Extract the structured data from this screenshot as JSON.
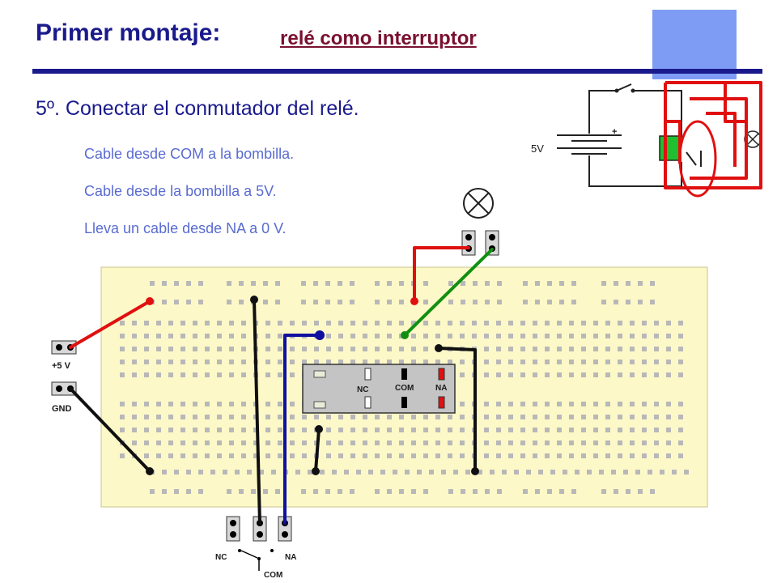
{
  "title": {
    "main": "Primer montaje:",
    "sub": "relé como interruptor"
  },
  "step": "5º. Conectar el conmutador del relé.",
  "instructions": [
    "Cable desde COM a la bombilla.",
    "Cable desde la bombilla a 5V.",
    "Lleva un cable desde NA a 0 V."
  ],
  "schematic": {
    "battery_label": "5V",
    "plus": "+"
  },
  "breadboard": {
    "power_labels": {
      "plus": "+5 V",
      "gnd": "GND"
    },
    "relay_labels": {
      "nc": "NC",
      "com": "COM",
      "na": "NA"
    },
    "switch_labels": {
      "nc": "NC",
      "na": "NA",
      "com": "COM"
    }
  },
  "colors": {
    "title": "#1a1a8c",
    "subtitle": "#7a1030",
    "instructions": "#5a6cd0",
    "breadboard": "#fdf8c8",
    "wire_red": "#e01010",
    "wire_green": "#109010",
    "wire_blue": "#1010a0",
    "wire_black": "#101010"
  }
}
